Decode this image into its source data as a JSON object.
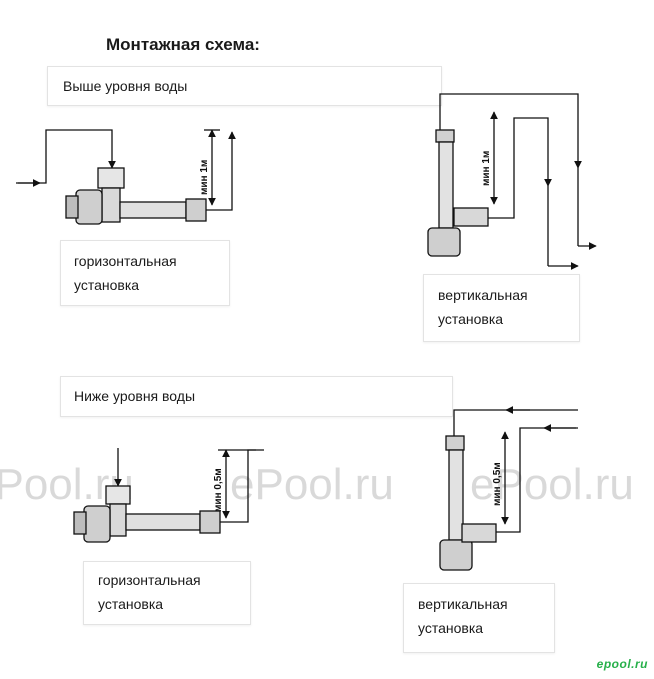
{
  "title": "Монтажная схема:",
  "sections": {
    "above": {
      "label": "Выше уровня воды",
      "horizontal_label": "горизонтальная\nустановка",
      "vertical_label": "вертикальная\nустановка",
      "horizontal_dim": "мин 1м",
      "vertical_dim": "мин 1м"
    },
    "below": {
      "label": "Ниже уровня воды",
      "horizontal_label": "горизонтальная\nустановка",
      "vertical_label": "вертикальная\nустановка",
      "horizontal_dim": "мин 0,5м",
      "vertical_dim": "мин 0,5м"
    }
  },
  "watermark": "ePool.ru",
  "logo": "epool.ru"
}
